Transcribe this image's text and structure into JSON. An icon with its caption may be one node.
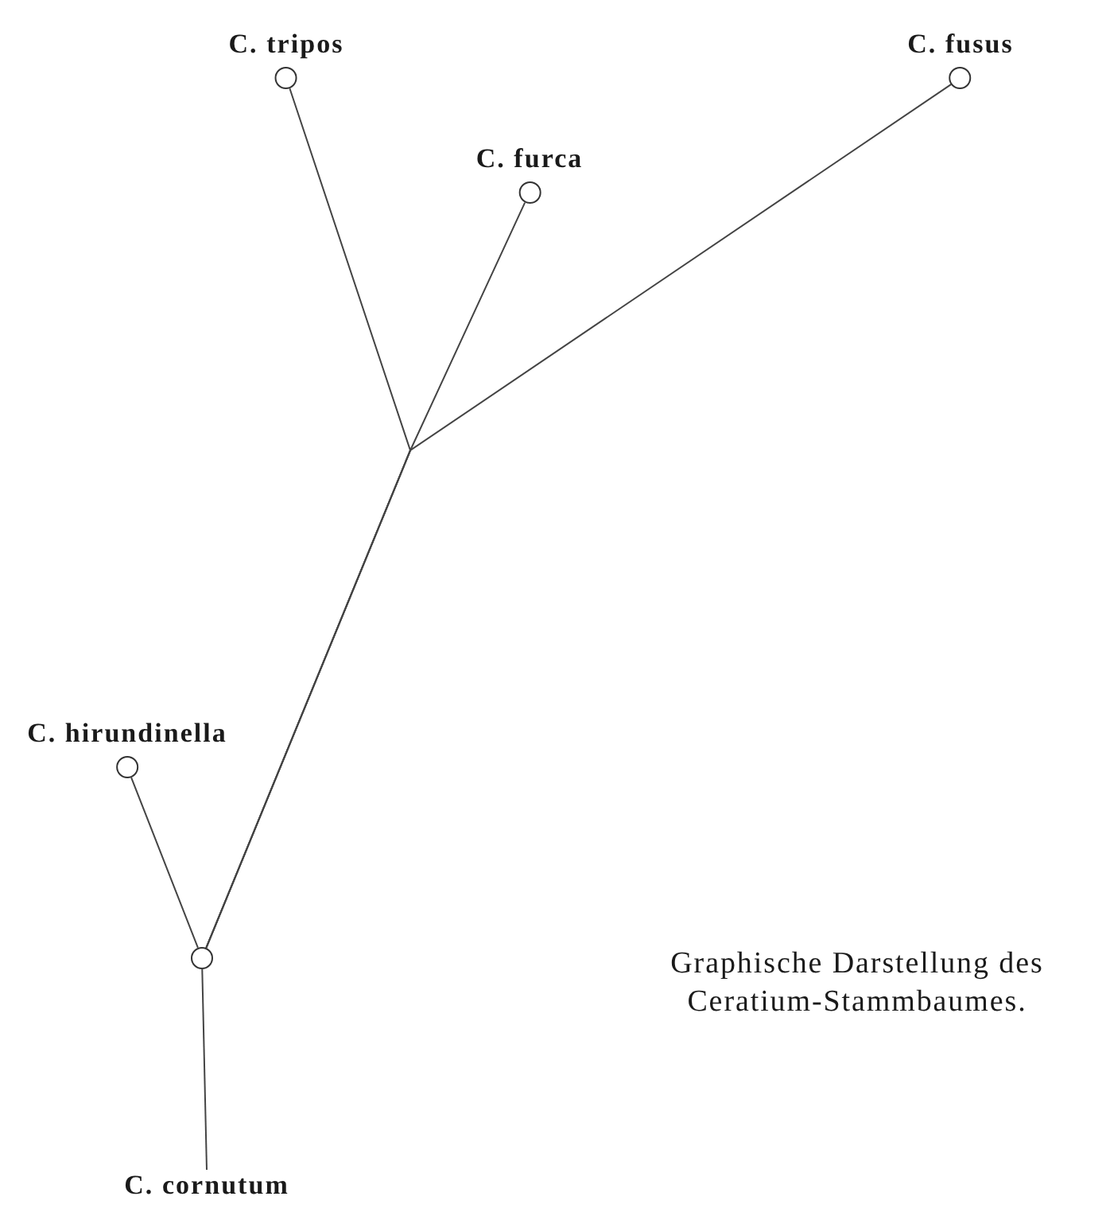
{
  "diagram": {
    "caption": "Graphische Darstellung des Ceratium-Stammbaumes.",
    "nodes": [
      {
        "text": [
          "C. tripos"
        ]
      },
      {
        "text": [
          "C. furca"
        ]
      },
      {
        "text": [
          "C. fusus"
        ]
      },
      {
        "text": [
          "C. hirundinella"
        ]
      },
      {
        "text": [],
        "shape": "circle"
      },
      {
        "text": [
          "C. cornutum"
        ]
      }
    ],
    "edges": [
      {
        "from": 4,
        "to": 0,
        "arrow": "none"
      },
      {
        "from": 4,
        "to": 1,
        "arrow": "none"
      },
      {
        "from": 4,
        "to": 2,
        "arrow": "none"
      },
      {
        "from": 4,
        "to": 3,
        "arrow": "none"
      },
      {
        "from": 4,
        "to": 5,
        "arrow": "none"
      }
    ]
  }
}
